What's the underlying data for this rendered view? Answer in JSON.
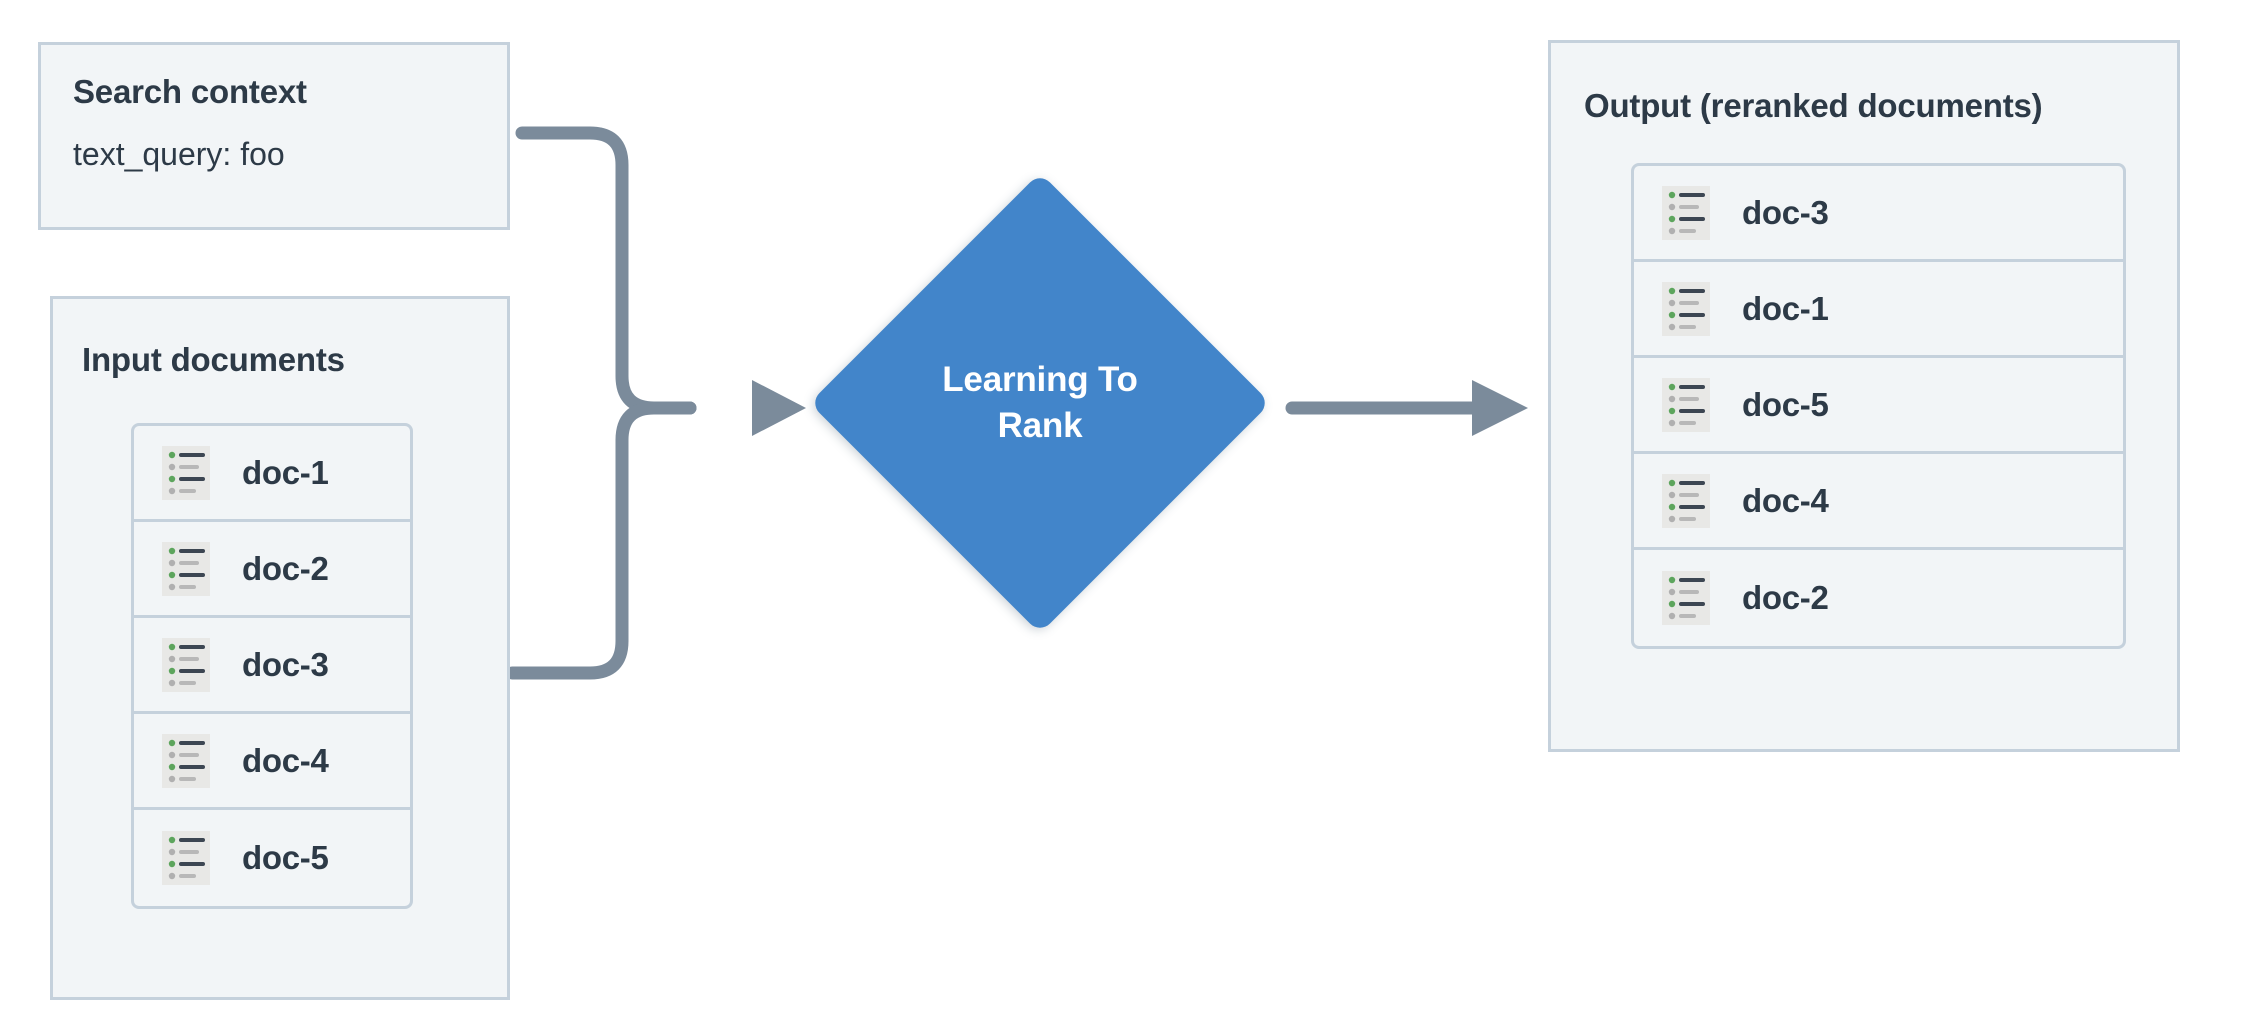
{
  "search_context": {
    "title": "Search context",
    "query_line": "text_query: foo"
  },
  "input_documents": {
    "title": "Input documents",
    "docs": [
      {
        "label": "doc-1",
        "icon": "document-list-icon"
      },
      {
        "label": "doc-2",
        "icon": "document-list-icon"
      },
      {
        "label": "doc-3",
        "icon": "document-list-icon"
      },
      {
        "label": "doc-4",
        "icon": "document-list-icon"
      },
      {
        "label": "doc-5",
        "icon": "document-list-icon"
      }
    ]
  },
  "process_node": {
    "label_line_1": "Learning To",
    "label_line_2": "Rank",
    "shape": "diamond",
    "color": "#4285ca"
  },
  "output": {
    "title": "Output (reranked documents)",
    "docs": [
      {
        "label": "doc-3",
        "icon": "document-list-icon"
      },
      {
        "label": "doc-1",
        "icon": "document-list-icon"
      },
      {
        "label": "doc-5",
        "icon": "document-list-icon"
      },
      {
        "label": "doc-4",
        "icon": "document-list-icon"
      },
      {
        "label": "doc-2",
        "icon": "document-list-icon"
      }
    ]
  },
  "connectors": [
    {
      "name": "search-context-to-ltr",
      "from": "search-context",
      "to": "learning-to-rank"
    },
    {
      "name": "input-documents-to-ltr",
      "from": "input-documents",
      "to": "learning-to-rank"
    },
    {
      "name": "ltr-to-output",
      "from": "learning-to-rank",
      "to": "output"
    }
  ],
  "colors": {
    "panel_fill": "#f2f5f7",
    "panel_border": "#c5d1dc",
    "text": "#2d3a47",
    "node_blue": "#4285ca",
    "connector": "#7b8b9b",
    "icon_bg": "#e8e8e6",
    "icon_bullet_green": "#5da55d",
    "icon_bullet_gray": "#b0b0b0",
    "icon_bar_dark": "#3c4652",
    "icon_bar_light": "#b8b8b8",
    "canvas": "#ffffff"
  }
}
